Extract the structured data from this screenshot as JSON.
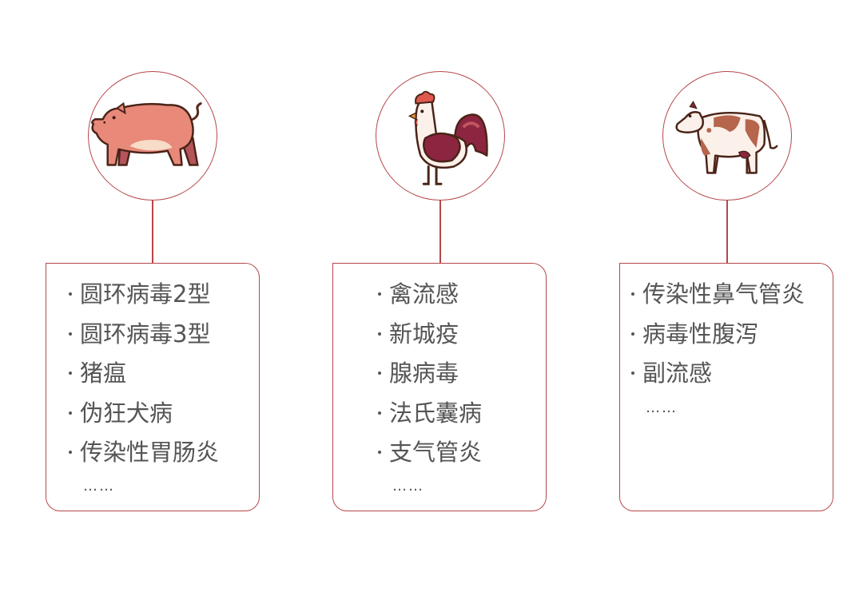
{
  "accent_color": "#b5474b",
  "text_color": "#555555",
  "animals": [
    {
      "name": "pig",
      "icon": "pig-icon",
      "diseases": [
        "圆环病毒2型",
        "圆环病毒3型",
        "猪瘟",
        "伪狂犬病",
        "传染性胃肠炎"
      ],
      "more": "……"
    },
    {
      "name": "chicken",
      "icon": "rooster-icon",
      "diseases": [
        "禽流感",
        "新城疫",
        "腺病毒",
        "法氏囊病",
        "支气管炎"
      ],
      "more": "……"
    },
    {
      "name": "cattle",
      "icon": "cow-icon",
      "diseases": [
        "传染性鼻气管炎",
        "病毒性腹泻",
        "副流感"
      ],
      "more": "……"
    }
  ]
}
